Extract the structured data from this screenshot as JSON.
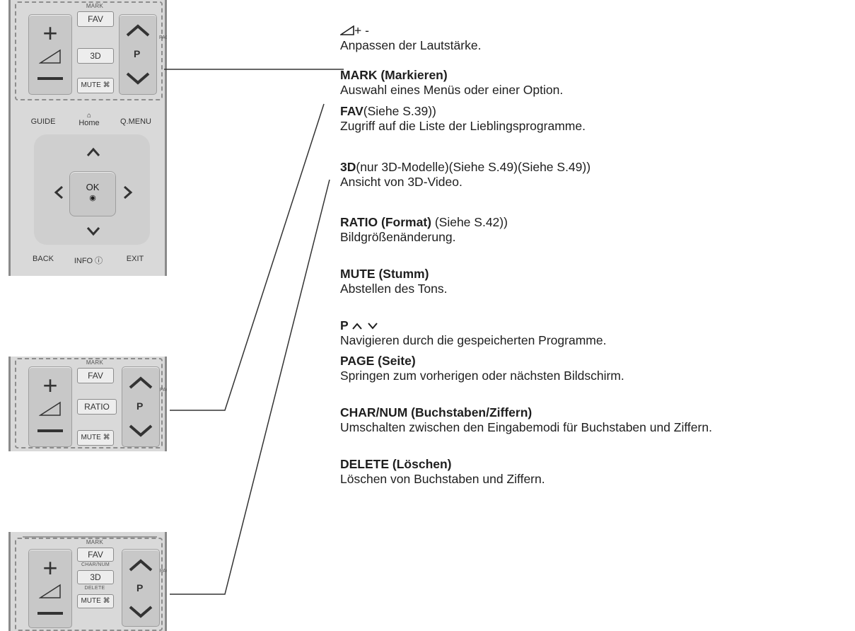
{
  "remote_labels": {
    "mark": "MARK",
    "fav": "FAV",
    "three_d": "3D",
    "ratio": "RATIO",
    "mute": "MUTE",
    "mute_symbol": "⌘",
    "p": "P",
    "page": "PAGE",
    "char_num": "CHAR/NUM",
    "delete": "DELETE",
    "guide": "GUIDE",
    "home": "Home",
    "q_menu": "Q.MENU",
    "ok": "OK",
    "ok_dot": "◉",
    "back": "BACK",
    "info": "INFO ⓘ",
    "exit": "EXIT"
  },
  "descriptions": [
    {
      "title": "+ -",
      "title_rest": "",
      "body": "Anpassen der Lautstärke."
    },
    {
      "title": "MARK (Markieren)",
      "title_rest": "",
      "body": "Auswahl eines Menüs oder einer Option."
    },
    {
      "title": "FAV",
      "title_rest": "(Siehe S.39))",
      "body": "Zugriff auf die Liste der Lieblingsprogramme."
    },
    {
      "title": "3D",
      "title_rest": "(nur 3D-Modelle)(Siehe S.49)(Siehe S.49))",
      "body": "Ansicht von 3D-Video."
    },
    {
      "title": "RATIO (Format)",
      "title_rest": " (Siehe S.42))",
      "body": "Bildgrößenänderung."
    },
    {
      "title": "MUTE (Stumm)",
      "title_rest": "",
      "body": "Abstellen des Tons."
    },
    {
      "title": "P",
      "title_rest": "",
      "body": "Navigieren durch die gespeicherten Programme."
    },
    {
      "title": "PAGE (Seite)",
      "title_rest": "",
      "body": "Springen zum vorherigen oder nächsten Bildschirm."
    },
    {
      "title": "CHAR/NUM (Buchstaben/Ziffern)",
      "title_rest": "",
      "body": "Umschalten zwischen den Eingabemodi für Buchstaben und Ziffern."
    },
    {
      "title": "DELETE (Löschen)",
      "title_rest": "",
      "body": "Löschen von Buchstaben und Ziffern."
    }
  ]
}
